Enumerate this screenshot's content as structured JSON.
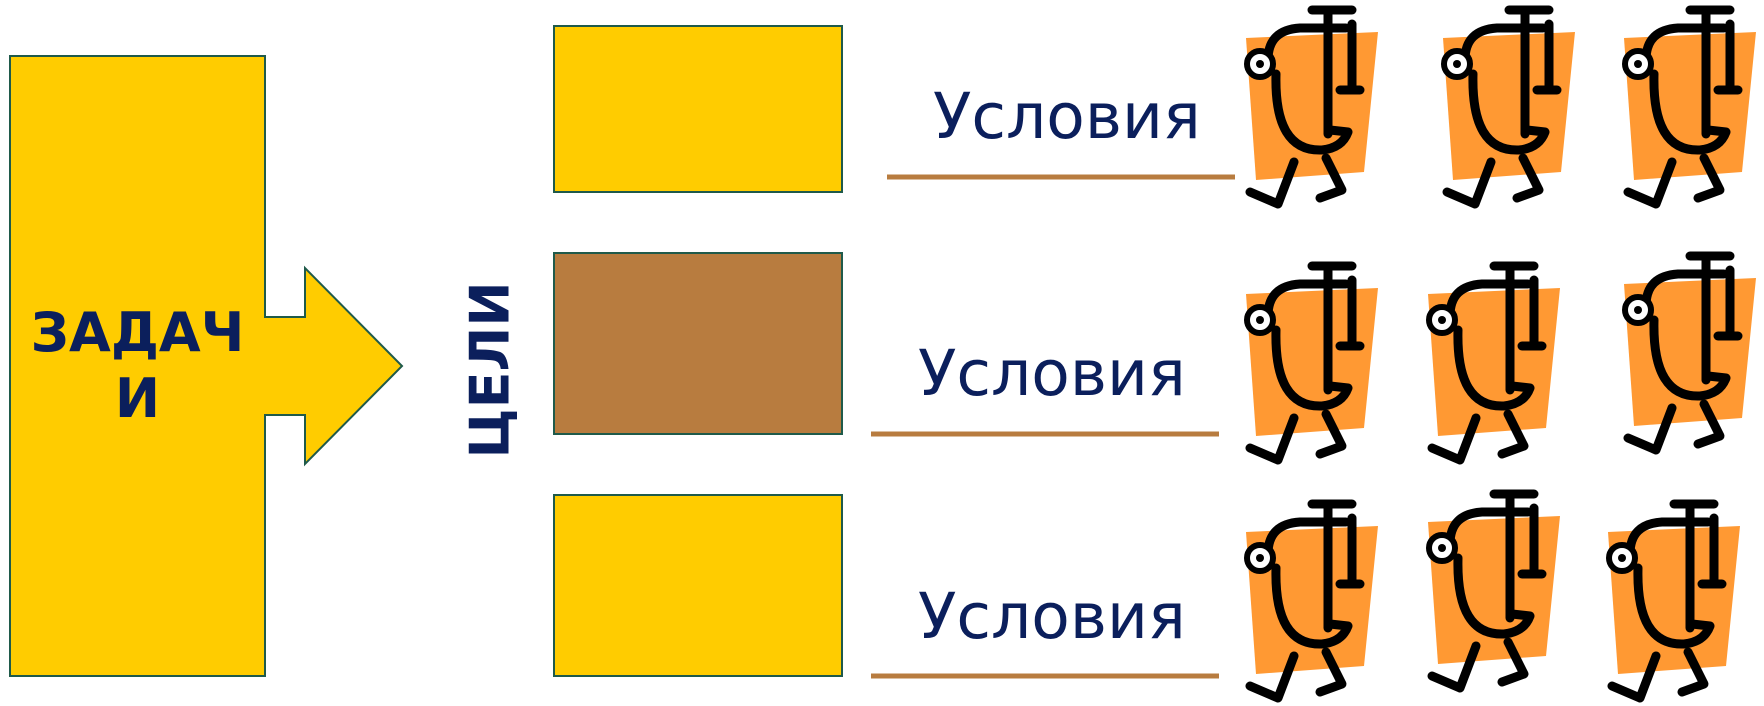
{
  "colors": {
    "yellow": "#FFCC00",
    "brown": "#B87C3F",
    "navy": "#0B1F5C",
    "line": "#B87C3F",
    "mascot_orange": "#FF9933",
    "mascot_outline": "#000000"
  },
  "left_block": {
    "label": "ЗАДАЧ И"
  },
  "arrow_label": "ЦЕЛИ",
  "goals": [
    {
      "fill": "yellow",
      "condition": "Условия"
    },
    {
      "fill": "brown",
      "condition": "Условия"
    },
    {
      "fill": "yellow",
      "condition": "Условия"
    }
  ],
  "icon_name": "walking-clamp-mascot-icon"
}
